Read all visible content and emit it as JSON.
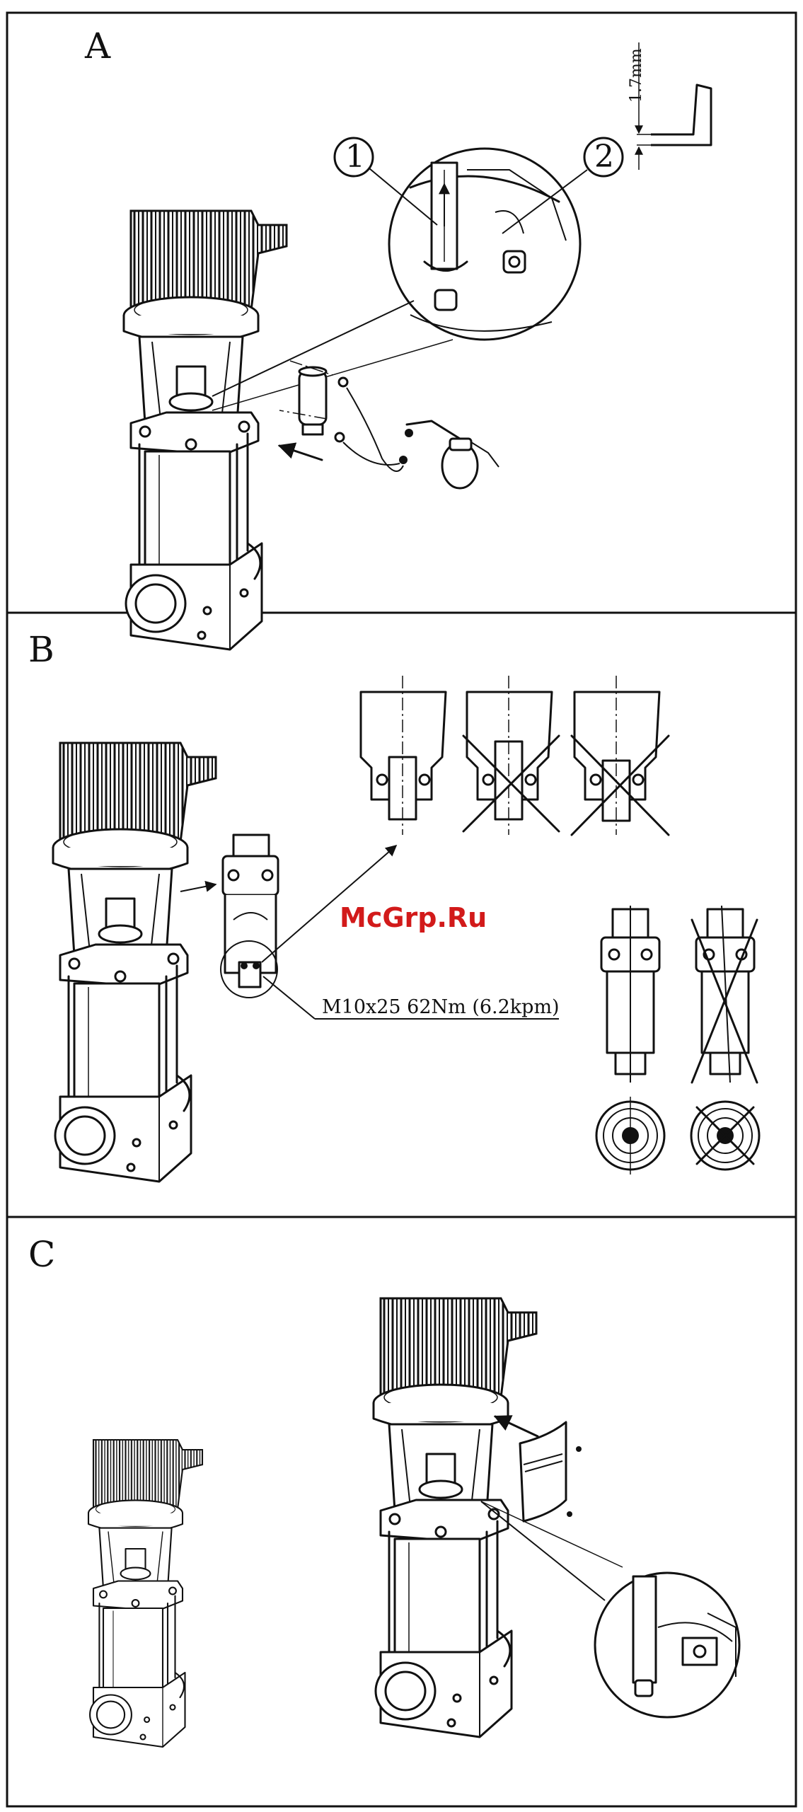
{
  "panels": [
    {
      "id": "A",
      "letter": "A"
    },
    {
      "id": "B",
      "letter": "B"
    },
    {
      "id": "C",
      "letter": "C"
    }
  ],
  "panel_a": {
    "callout_1": "1",
    "callout_2": "2",
    "dimension": "1.7mm"
  },
  "panel_b": {
    "bolt_spec": "M10x25   62Nm  (6.2kpm)"
  },
  "watermark": "McGrp.Ru"
}
